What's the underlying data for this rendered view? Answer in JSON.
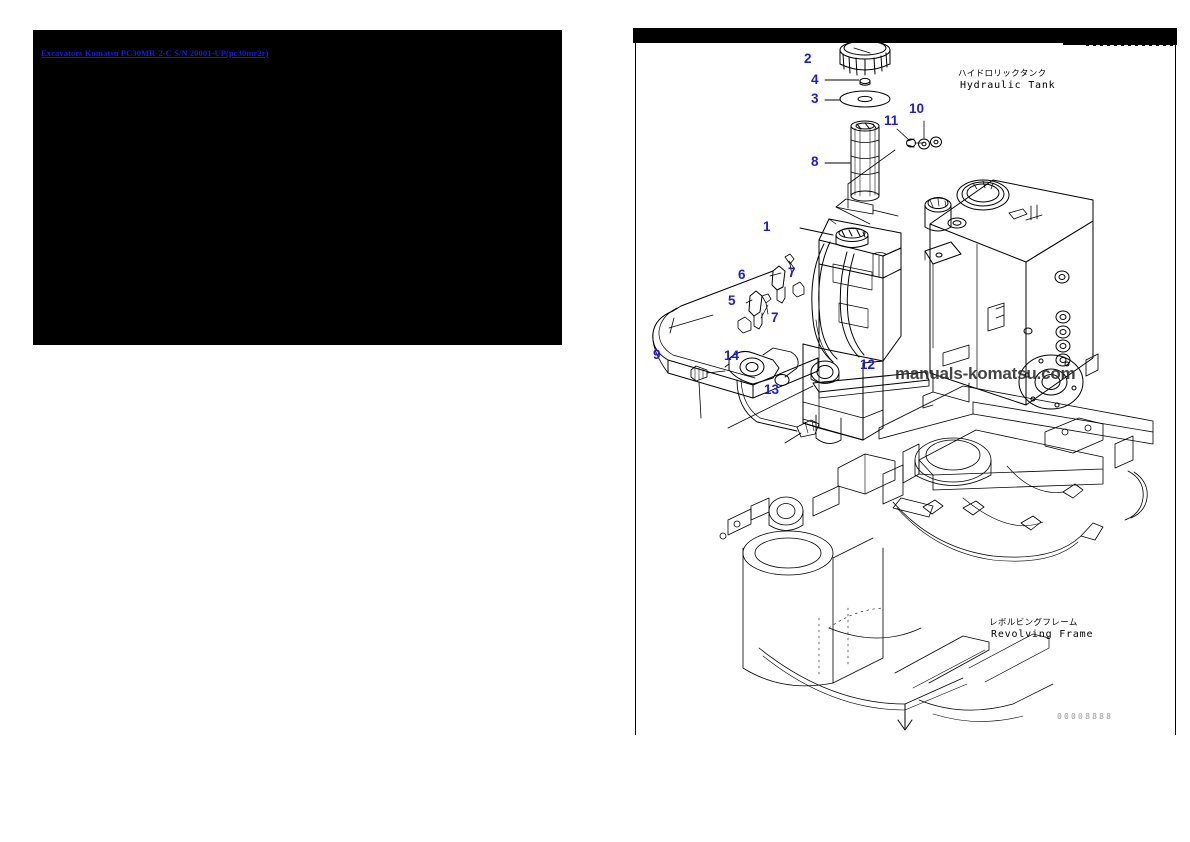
{
  "viewer": {
    "title_link": "Excavators Komatsu PC30MR-2-C S/N 20001-UP(pc30mr2r)",
    "background_color": "#000000",
    "link_color": "#1a15e8"
  },
  "diagram": {
    "watermark": "manuals-komatsu.com",
    "corner_code": "00008888",
    "callout_color": "#1a1ae0",
    "labels": [
      {
        "jp": "ハイドロリックタンク",
        "en": "Hydraulic Tank"
      },
      {
        "jp": "レボルビングフレーム",
        "en": "Revolving Frame"
      }
    ],
    "callouts": [
      {
        "id": "2",
        "label": "2"
      },
      {
        "id": "4",
        "label": "4"
      },
      {
        "id": "3",
        "label": "3"
      },
      {
        "id": "8",
        "label": "8"
      },
      {
        "id": "11",
        "label": "11"
      },
      {
        "id": "10",
        "label": "10"
      },
      {
        "id": "1",
        "label": "1"
      },
      {
        "id": "6",
        "label": "6"
      },
      {
        "id": "5",
        "label": "5"
      },
      {
        "id": "7a",
        "label": "7"
      },
      {
        "id": "7b",
        "label": "7"
      },
      {
        "id": "9",
        "label": "9"
      },
      {
        "id": "14",
        "label": "14"
      },
      {
        "id": "13",
        "label": "13"
      },
      {
        "id": "12",
        "label": "12"
      }
    ]
  }
}
